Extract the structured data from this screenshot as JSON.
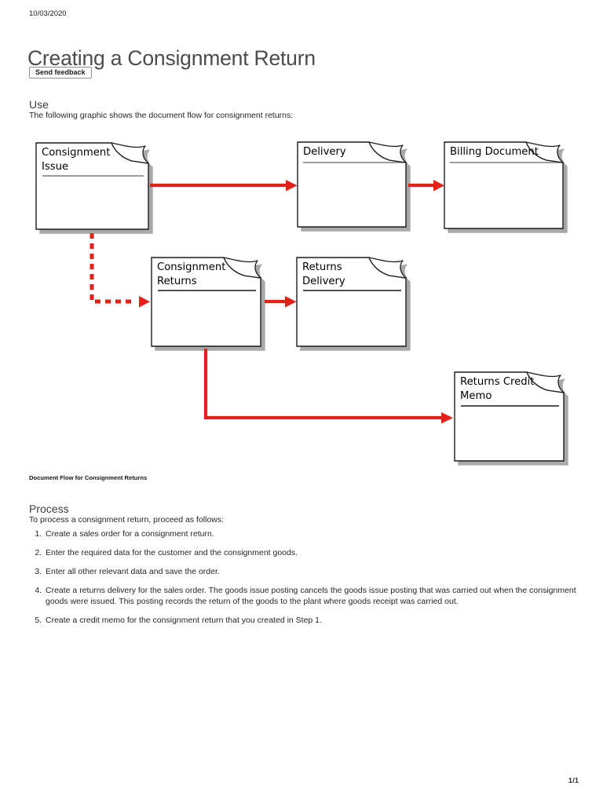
{
  "page": {
    "date": "10/03/2020",
    "title": "Creating a Consignment Return",
    "feedback_button_label": "Send feedback",
    "page_indicator": "1/1"
  },
  "sections": {
    "use": {
      "heading": "Use",
      "intro": "The following graphic shows the document flow for consignment returns:"
    },
    "process": {
      "heading": "Process",
      "intro": "To process a consignment return, proceed as follows:",
      "steps": [
        "Create a sales order for a consignment return.",
        "Enter the required data for the customer and the consignment goods.",
        "Enter all other relevant data and save the order.",
        "Create a returns delivery for the sales order. The goods issue posting cancels the goods issue posting that was carried out when the consignment goods were issued. This posting records the return of the goods to the plant where goods receipt was carried out.",
        "Create a credit memo for the consignment return that you created in Step 1."
      ]
    }
  },
  "diagram": {
    "caption": "Document Flow for Consignment Returns",
    "arrow_color": "#e32119",
    "nodes": [
      {
        "id": "consignment-issue",
        "label": "Consignment\nIssue"
      },
      {
        "id": "delivery",
        "label": "Delivery"
      },
      {
        "id": "billing-document",
        "label": "Billing Document"
      },
      {
        "id": "consignment-returns",
        "label": "Consignment\nReturns"
      },
      {
        "id": "returns-delivery",
        "label": "Returns\nDelivery"
      },
      {
        "id": "returns-credit-memo",
        "label": "Returns Credit\nMemo"
      }
    ],
    "edges": [
      {
        "from": "consignment-issue",
        "to": "delivery",
        "style": "solid"
      },
      {
        "from": "delivery",
        "to": "billing-document",
        "style": "solid"
      },
      {
        "from": "consignment-issue",
        "to": "consignment-returns",
        "style": "dashed"
      },
      {
        "from": "consignment-returns",
        "to": "returns-delivery",
        "style": "solid"
      },
      {
        "from": "consignment-returns",
        "to": "returns-credit-memo",
        "style": "solid"
      }
    ]
  }
}
